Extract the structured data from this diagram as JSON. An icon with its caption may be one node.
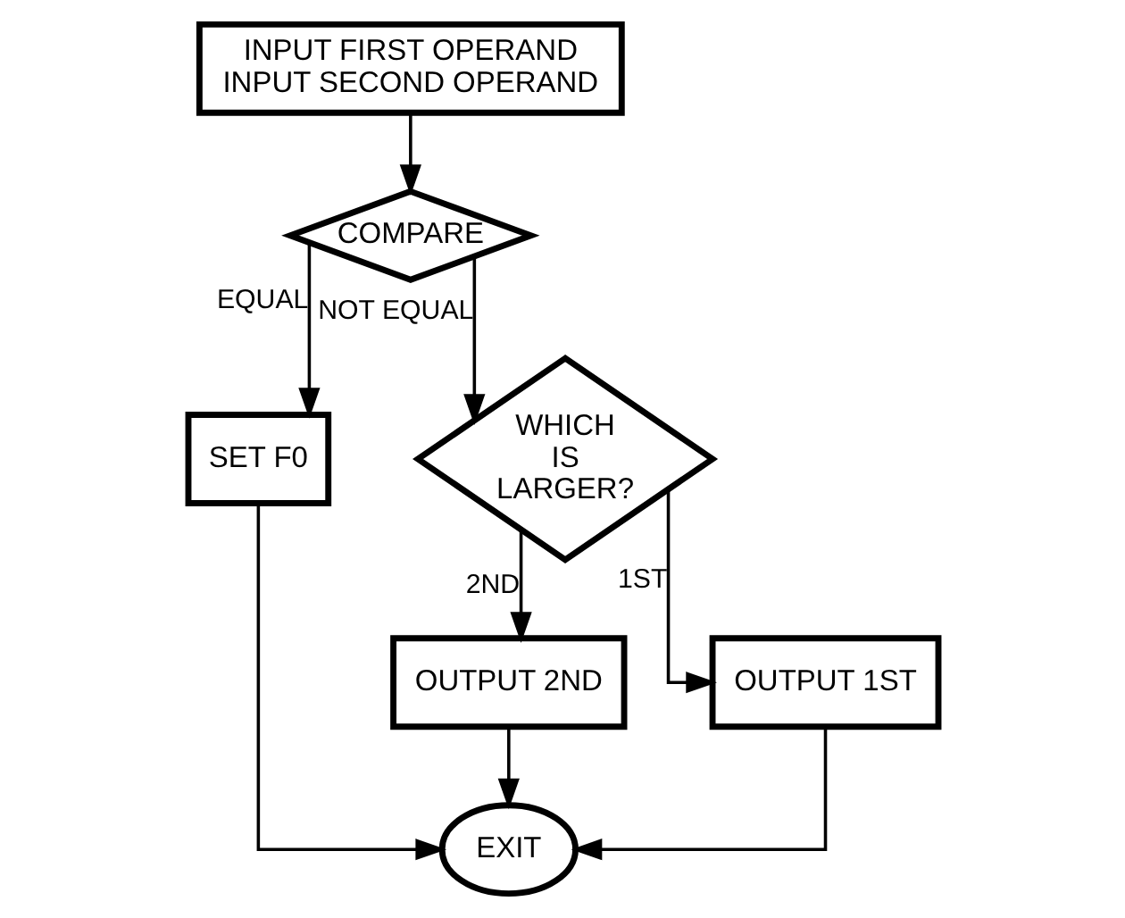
{
  "diagram": {
    "nodes": [
      {
        "text": [
          "INPUT FIRST OPERAND",
          "INPUT SECOND OPERAND"
        ]
      },
      {
        "text": [
          "COMPARE"
        ]
      },
      {
        "text": [
          "SET F0"
        ]
      },
      {
        "text": [
          "WHICH IS LARGER?"
        ]
      },
      {
        "text": [
          "OUTPUT 2ND"
        ]
      },
      {
        "text": [
          "OUTPUT 1ST"
        ]
      },
      {
        "text": [
          "EXIT"
        ]
      }
    ],
    "edges": [
      {
        "from": 0,
        "to": 1,
        "arrow": "to"
      },
      {
        "from": 1,
        "to": 2,
        "arrow": "to",
        "label": "EQUAL"
      },
      {
        "from": 1,
        "to": 3,
        "arrow": "to",
        "label": "NOT EQUAL"
      },
      {
        "from": 3,
        "to": 4,
        "arrow": "to",
        "label": "2ND"
      },
      {
        "from": 3,
        "to": 5,
        "arrow": "to",
        "label": "1ST"
      },
      {
        "from": 2,
        "to": 6,
        "arrow": "to"
      },
      {
        "from": 4,
        "to": 6,
        "arrow": "to"
      },
      {
        "from": 5,
        "to": 6,
        "arrow": "to"
      }
    ]
  }
}
